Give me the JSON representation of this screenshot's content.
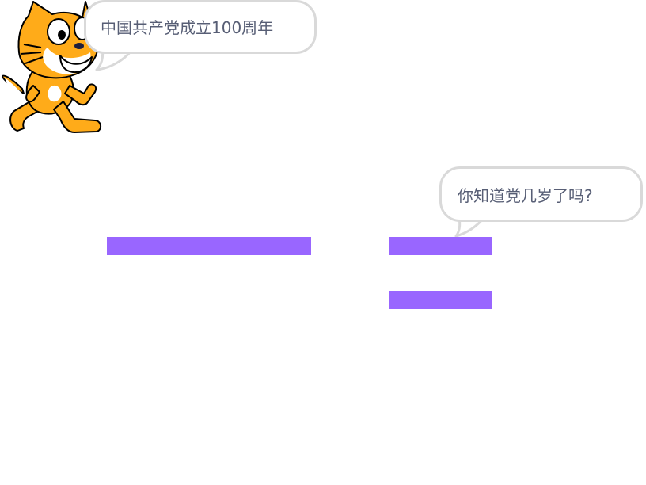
{
  "stage": {
    "background": "#ffffff"
  },
  "sprites": {
    "cat": {
      "icon": "scratch-cat-icon",
      "colors": {
        "fur": "#ffab19",
        "outline": "#000000"
      }
    }
  },
  "bubbles": {
    "cat": {
      "text": "中国共产党成立100周年"
    },
    "right": {
      "text": "你知道党几岁了吗?"
    },
    "colors": {
      "fill": "#ffffff",
      "border": "#d9d9d9",
      "text": "#575e75"
    }
  },
  "pen_marks": {
    "color": "#9966ff",
    "count": 3
  }
}
